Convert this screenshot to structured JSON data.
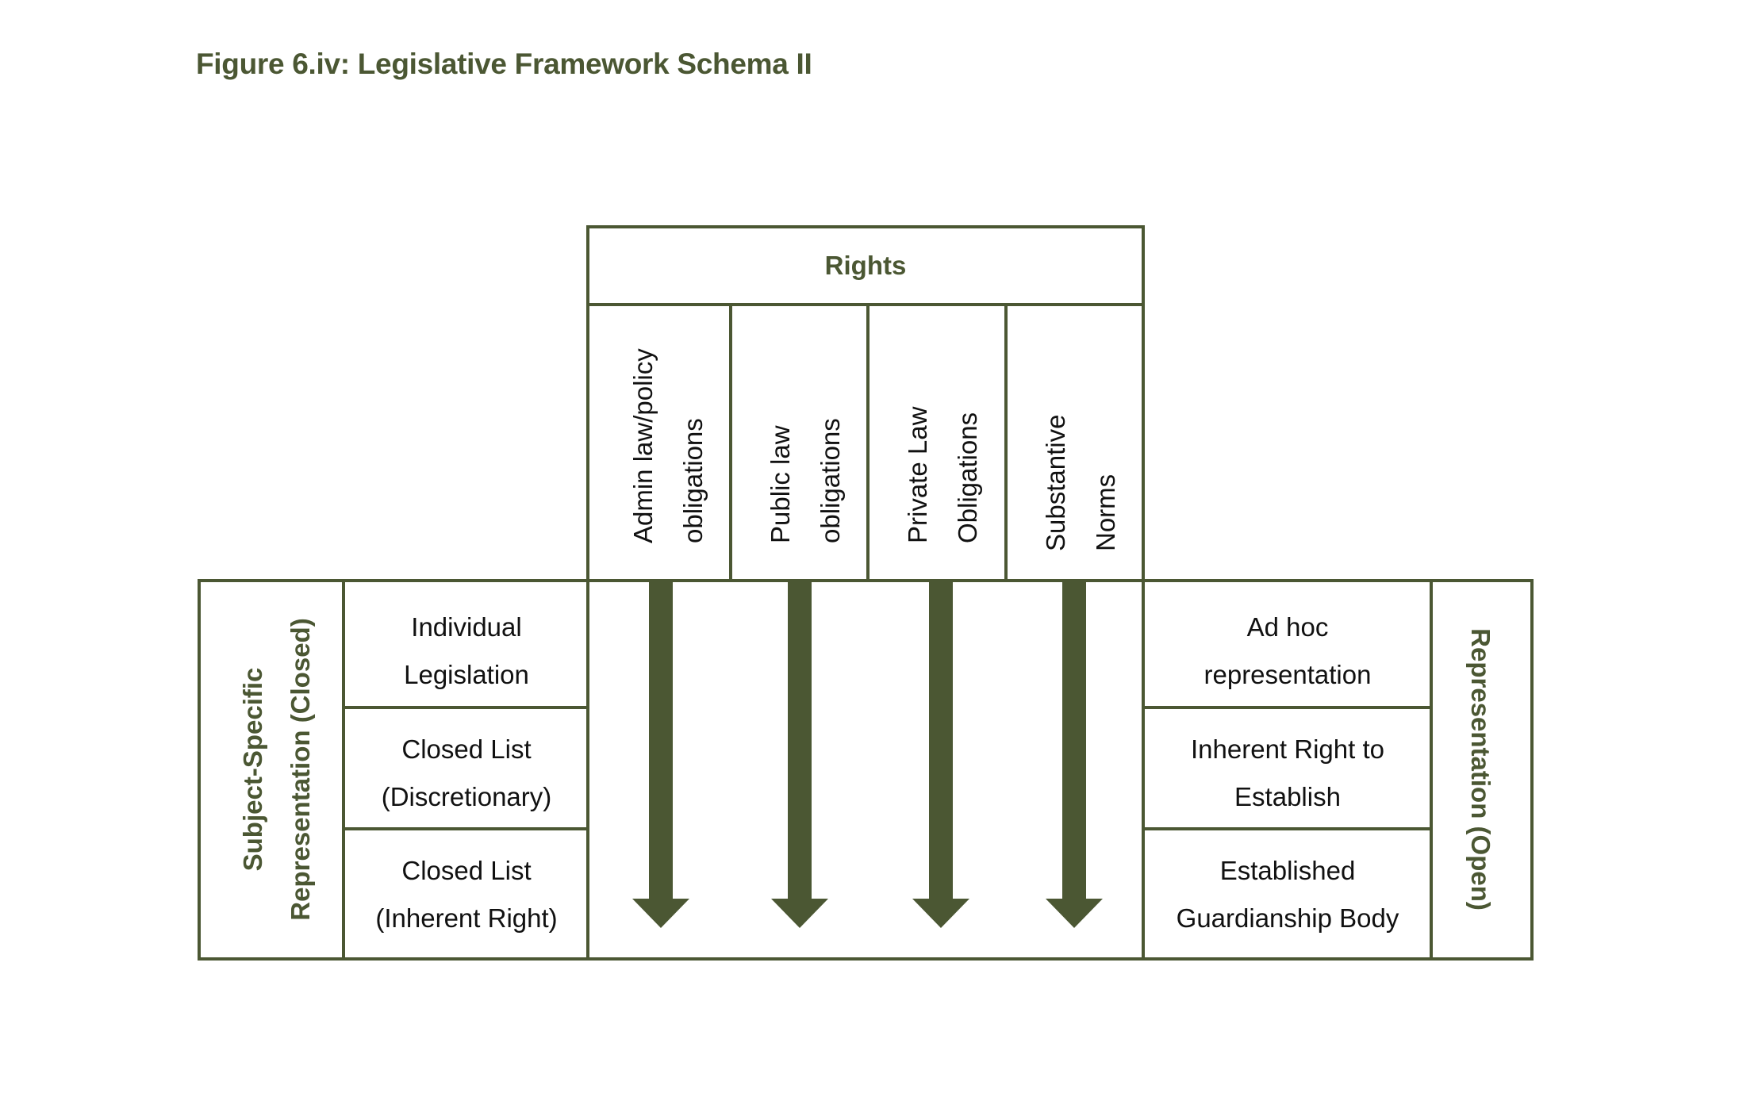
{
  "figure_title": "Figure 6.iv: Legislative Framework Schema II",
  "colors": {
    "accent": "#4b5733",
    "text": "#111111",
    "background": "#ffffff"
  },
  "rights": {
    "header": "Rights",
    "columns": [
      {
        "line1": "Admin law/policy",
        "line2": "obligations"
      },
      {
        "line1": "Public law",
        "line2": "obligations"
      },
      {
        "line1": "Private Law",
        "line2": "Obligations"
      },
      {
        "line1": "Substantive",
        "line2": "Norms"
      }
    ]
  },
  "left": {
    "label_line1": "Subject-Specific",
    "label_line2": "Representation (Closed)",
    "rows": [
      {
        "line1": "Individual",
        "line2": "Legislation"
      },
      {
        "line1": "Closed List",
        "line2": "(Discretionary)"
      },
      {
        "line1": "Closed List",
        "line2": "(Inherent Right)"
      }
    ]
  },
  "right": {
    "label": "Representation (Open)",
    "rows": [
      {
        "line1": "Ad hoc",
        "line2": "representation"
      },
      {
        "line1": "Inherent Right to",
        "line2": "Establish"
      },
      {
        "line1": "Established",
        "line2": "Guardianship Body"
      }
    ]
  }
}
